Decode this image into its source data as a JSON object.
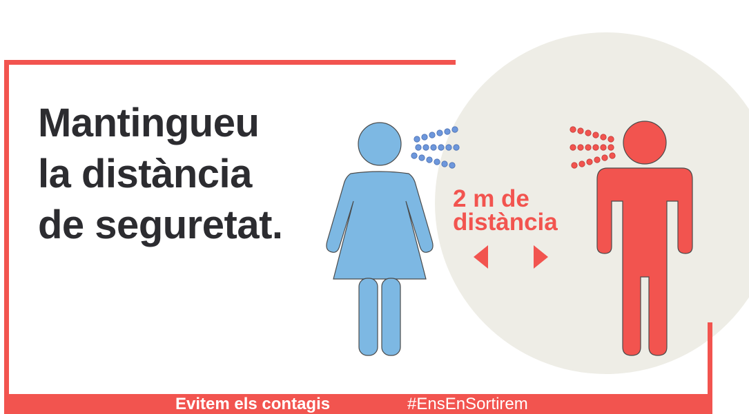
{
  "headline": {
    "line1": "Mantingueu",
    "line2_regular": "la ",
    "line2_bold": "distància",
    "line3_bold": "de seguretat."
  },
  "distance_label": {
    "line1": "2 m de",
    "line2": "distància"
  },
  "footer": {
    "left": "Evitem els contagis",
    "right": "#EnsEnSortirem"
  },
  "icons": [
    "woman-figure-icon",
    "man-figure-icon",
    "left-arrow-icon",
    "right-arrow-icon",
    "droplets-icon"
  ],
  "colors": {
    "accent_red": "#f2544f",
    "figure_blue": "#7db8e3",
    "droplet_blue": "#6d97dc",
    "circle_beige": "#eeede6",
    "text_dark": "#2c2c30",
    "background": "#ffffff"
  }
}
